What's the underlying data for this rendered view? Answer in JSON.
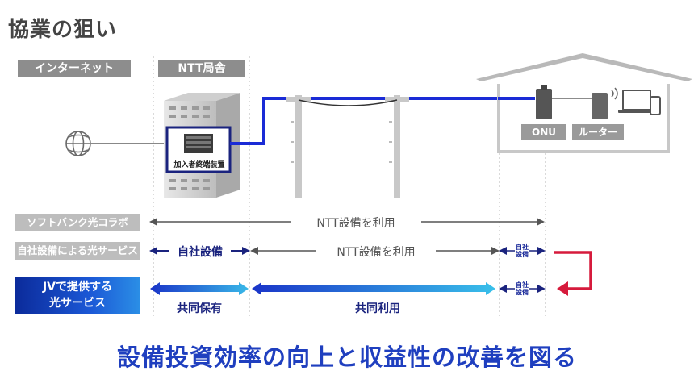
{
  "title": "協業の狙い",
  "headers": {
    "internet": "インターネット",
    "ntt_office": "NTT局舎"
  },
  "equipment": {
    "subscriber_device": "加入者終端装置",
    "onu": "ONU",
    "router": "ルーター"
  },
  "rows": {
    "softbank": {
      "label": "ソフトバンク光コラボ",
      "span": "NTT設備を利用"
    },
    "own_facility": {
      "label": "自社設備による光サービス",
      "own": "自社設備",
      "ntt": "NTT設備を利用",
      "own_small": "自社設備"
    },
    "jv": {
      "label_line1": "JVで提供する",
      "label_line2": "光サービス",
      "joint_own": "共同保有",
      "joint_use": "共同利用",
      "own_small": "自社設備"
    }
  },
  "slogan": "設備投資効率の向上と収益性の改善を図る",
  "colors": {
    "blue_line": "#1a2bd6",
    "red_arrow": "#d61a3c",
    "navy": "#1a237e",
    "slogan": "#1f3fbf"
  }
}
